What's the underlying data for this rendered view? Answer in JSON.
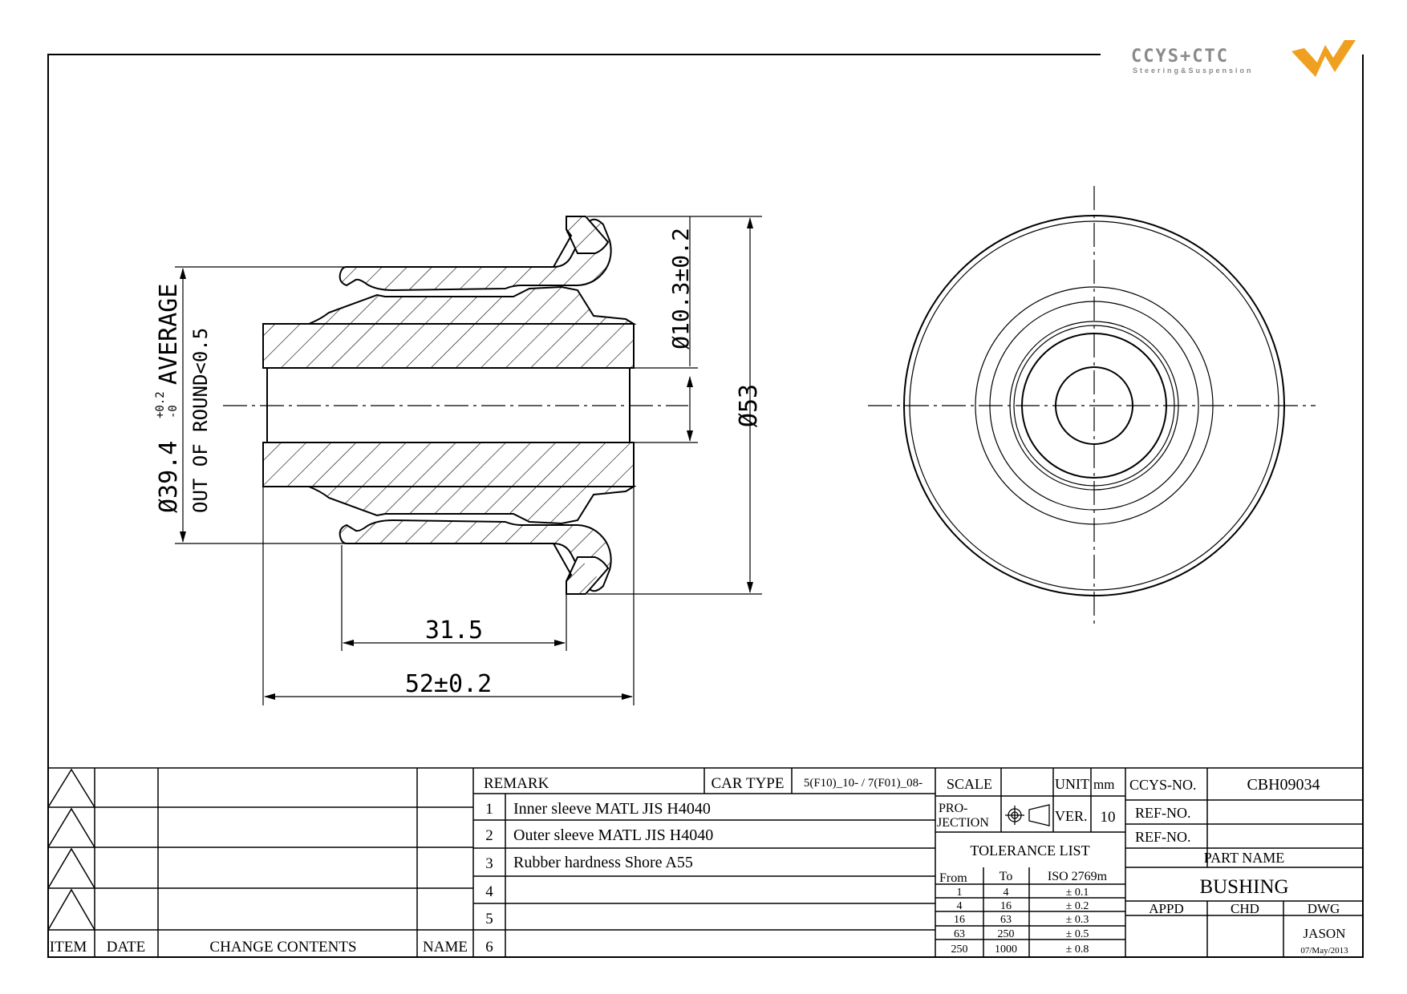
{
  "logo": {
    "brand": "CCYS+CTC",
    "tagline": "Steering&Suspension"
  },
  "dimensions": {
    "outer_diameter": "Ø39.4",
    "outer_tol_upper": "+0.2",
    "outer_tol_lower": "-0",
    "outer_average": "AVERAGE",
    "out_of_round": "OUT OF ROUND<0.5",
    "inner_diameter": "Ø10.3±0.2",
    "flange_diameter": "Ø53",
    "inner_length": "31.5",
    "overall_length": "52±0.2"
  },
  "revision_block": {
    "headers": {
      "item": "ITEM",
      "date": "DATE",
      "change": "CHANGE CONTENTS",
      "name": "NAME"
    }
  },
  "remarks": {
    "header": "REMARK",
    "car_type_label": "CAR TYPE",
    "car_type_value": "5(F10)_10- / 7(F01)_08-",
    "rows": [
      {
        "no": "1",
        "text": "Inner sleeve MATL JIS H4040"
      },
      {
        "no": "2",
        "text": "Outer sleeve MATL JIS H4040"
      },
      {
        "no": "3",
        "text": "Rubber hardness Shore A55"
      },
      {
        "no": "4",
        "text": ""
      },
      {
        "no": "5",
        "text": ""
      },
      {
        "no": "6",
        "text": ""
      }
    ]
  },
  "info": {
    "scale_label": "SCALE",
    "scale_value": "",
    "unit_label": "UNIT",
    "unit_value": "mm",
    "projection_label_1": "PRO-",
    "projection_label_2": "JECTION",
    "ver_label": "VER.",
    "ver_value": "10"
  },
  "tolerance": {
    "title": "TOLERANCE LIST",
    "col_from": "From",
    "col_to": "To",
    "col_std": "ISO 2769m",
    "rows": [
      {
        "from": "1",
        "to": "4",
        "tol": "± 0.1"
      },
      {
        "from": "4",
        "to": "16",
        "tol": "± 0.2"
      },
      {
        "from": "16",
        "to": "63",
        "tol": "± 0.3"
      },
      {
        "from": "63",
        "to": "250",
        "tol": "± 0.5"
      },
      {
        "from": "250",
        "to": "1000",
        "tol": "± 0.8"
      }
    ]
  },
  "title_block": {
    "ccys_label": "CCYS-NO.",
    "ccys_value": "CBH09034",
    "ref_label_1": "REF-NO.",
    "ref_value_1": "",
    "ref_label_2": "REF-NO.",
    "ref_value_2": "",
    "part_name_label": "PART NAME",
    "part_name_value": "BUSHING",
    "appd_label": "APPD",
    "chd_label": "CHD",
    "dwg_label": "DWG",
    "appd_value": "",
    "chd_value": "",
    "dwg_value": "JASON",
    "date_value": "07/May/2013"
  },
  "colors": {
    "line": "#000000",
    "logo_gray": "#8a8a8a",
    "logo_orange": "#f0a020"
  }
}
